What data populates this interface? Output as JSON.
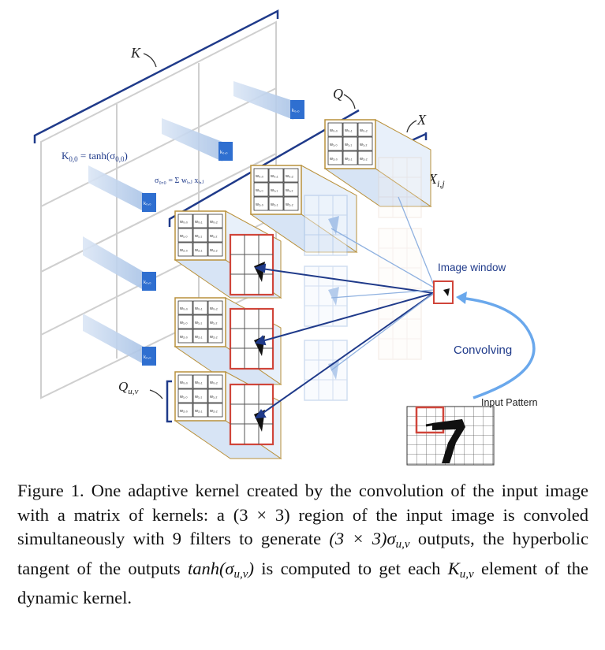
{
  "figure": {
    "labels": {
      "K": "K",
      "Q": "Q",
      "X": "X",
      "Xij": "X",
      "Xij_sub": "i,j",
      "Quv": "Q",
      "Quv_sub": "u,v",
      "k00_formula": "K",
      "k00_formula_sub": "0,0",
      "k00_formula_rest": " = tanh(σ",
      "k00_formula_sub2": "0,0",
      "k00_formula_end": ")",
      "sigma_formula": "σ₀,₀ = Σ wᵢ,ⱼ xᵢ,ⱼ",
      "image_window": "Image window",
      "convolving": "Convolving",
      "input_pattern": "Input Pattern",
      "kernel_tag": "k₀,₀",
      "weight_cells": [
        "w₀,₀",
        "w₀,₁",
        "w₀,₂",
        "w₁,₀",
        "w₁,₁",
        "w₁,₂",
        "w₂,₀",
        "w₂,₁",
        "w₂,₂"
      ]
    },
    "colors": {
      "blue_dark": "#1f3a8a",
      "blue_mid": "#2f6fd0",
      "blue_light": "#bcd2ee",
      "red": "#d0453a",
      "gold": "#b9913b",
      "grid_gray": "#c8c8c8"
    }
  },
  "caption": {
    "p1": "Figure 1. One adaptive kernel created by the convolution of the input image with a matrix of kernels: a ",
    "m1": "(3 × 3)",
    "p2": " region of the input image is convoled simultaneously with 9 filters to generate ",
    "m2": "(3 × 3)σ",
    "m2_sub": "u,v",
    "p3": " outputs, the hyperbolic tangent of the outputs ",
    "m3": "tanh(σ",
    "m3_sub": "u,v",
    "m3_end": ")",
    "p4": " is computed to get each ",
    "m4": "K",
    "m4_sub": "u,v",
    "p5": " element of the dynamic kernel."
  }
}
